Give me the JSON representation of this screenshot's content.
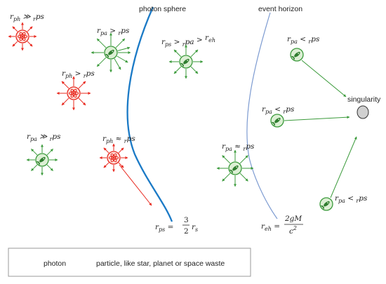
{
  "title": "",
  "colors": {
    "photon": "#e8281e",
    "particle": "#3a9a3a",
    "particle_fill": "#dcefd4",
    "photon_sphere_curve": "#1b7ac6",
    "event_horizon_curve": "#7d9bd1",
    "singularity_fill": "#d0d0d0"
  },
  "curve_labels": {
    "photon_sphere": "photon sphere",
    "event_horizon": "event horizon",
    "singularity": "singularity"
  },
  "relations": {
    "ph_much_gt": [
      "r",
      "ph",
      " ≫ ",
      "r",
      "ps"
    ],
    "pa_gt": [
      "r",
      "pa",
      " > ",
      "r",
      "ps"
    ],
    "ps_pa_eh": [
      "r",
      "ps",
      " > ",
      "r",
      "pa",
      " > ",
      "r",
      "eh"
    ],
    "ph_gt": [
      "r",
      "ph",
      " > ",
      "r",
      "ps"
    ],
    "pa_lt_1": [
      "r",
      "pa",
      " < ",
      "r",
      "ps"
    ],
    "pa_lt_2": [
      "r",
      "pa",
      " < ",
      "r",
      "ps"
    ],
    "pa_much_gt": [
      "r",
      "pa",
      " ≫ ",
      "r",
      "ps"
    ],
    "ph_approx": [
      "r",
      "ph",
      " ≈ ",
      "r",
      "ps"
    ],
    "pa_approx": [
      "r",
      "pa",
      " ≈ ",
      "r",
      "ps"
    ],
    "pa_lt_3": [
      "r",
      "pa",
      " < ",
      "r",
      "ps"
    ]
  },
  "formulas": {
    "rps": {
      "lhs": "r",
      "lhs_sub": "ps",
      "eq": " = ",
      "num": "3",
      "den": "2",
      "rhs": "r",
      "rhs_sub": "s"
    },
    "reh": {
      "lhs": "r",
      "lhs_sub": "eh",
      "eq": " = ",
      "num": "2gM",
      "den": "c",
      "den_sup": "2"
    }
  },
  "legend": {
    "photon_label": "photon",
    "particle_label": "particle, like star, planet or space waste"
  }
}
